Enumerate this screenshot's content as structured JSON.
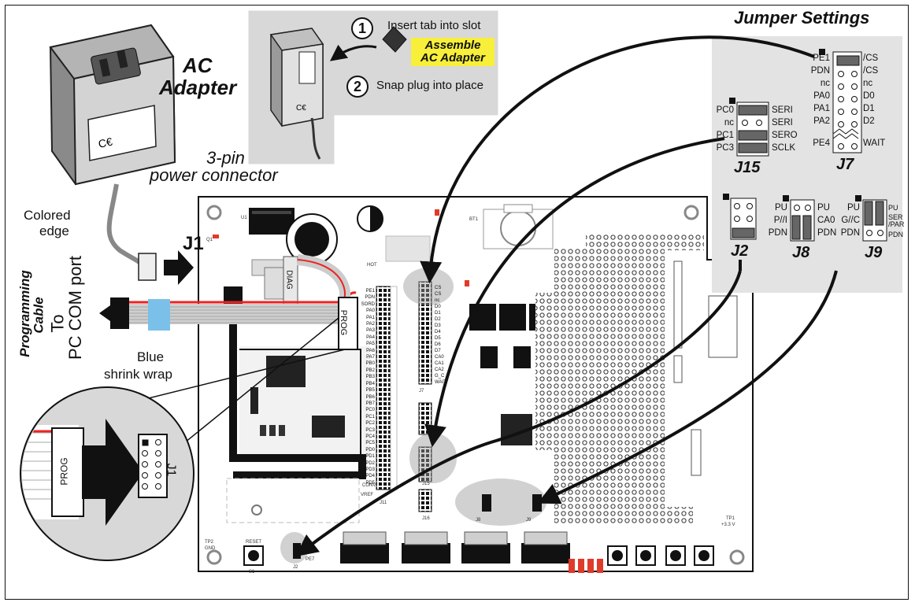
{
  "labels": {
    "ac_adapter_line1": "AC",
    "ac_adapter_line2": "Adapter",
    "three_pin_line1": "3-pin",
    "three_pin_line2": "power connector",
    "colored_edge_line1": "Colored",
    "colored_edge_line2": "edge",
    "j1": "J1",
    "programming_cable_line1": "Programming",
    "programming_cable_line2": "Cable",
    "to_pc_line1": "To",
    "to_pc_line2": "PC COM port",
    "blue_shrink_line1": "Blue",
    "blue_shrink_line2": "shrink wrap",
    "prog": "PROG",
    "diag": "DIAG",
    "inset_prog": "PROG",
    "inset_j1": "J1"
  },
  "assembly": {
    "step1_num": "1",
    "step1_text": "Insert tab into slot",
    "step2_num": "2",
    "step2_text": "Snap plug into place",
    "badge_line1": "Assemble",
    "badge_line2": "AC Adapter"
  },
  "jumper_panel": {
    "title": "Jumper Settings",
    "j7": {
      "name": "J7",
      "left": [
        "PE1",
        "PDN",
        "nc",
        "PA0",
        "PA1",
        "PA2",
        "PE4"
      ],
      "right": [
        "/CS",
        "/CS",
        "nc",
        "D0",
        "D1",
        "D2",
        "WAIT"
      ]
    },
    "j15": {
      "name": "J15",
      "left": [
        "PC0",
        "nc",
        "PC1",
        "PC3"
      ],
      "right": [
        "SERI",
        "SERI",
        "SERO",
        "SCLK"
      ]
    },
    "j2": {
      "name": "J2"
    },
    "j8": {
      "name": "J8",
      "left": [
        "PU",
        "P//I",
        "PDN"
      ],
      "right": [
        "PU",
        "CA0",
        "PDN"
      ]
    },
    "j9": {
      "name": "J9",
      "left": [
        "PU",
        "G//C",
        "PDN"
      ],
      "right": [
        "PU",
        "SER /PAR",
        "PDN"
      ]
    }
  },
  "board": {
    "silk": [
      "HOT",
      "BT1",
      "RESET",
      "S1",
      "GND",
      "TP2",
      "TP1",
      "+3.3 V",
      "J11",
      "J16",
      "J15",
      "J8",
      "J9",
      "J7",
      "J2",
      "PE7",
      "CONV",
      "VREF",
      "U1",
      "Q1"
    ],
    "pins_j11": [
      "PE1",
      "PDN",
      "SORD",
      "PA0",
      "PA1",
      "PA2",
      "PA3",
      "PA4",
      "PA5",
      "PA6",
      "PA7",
      "PB0",
      "PB2",
      "PB3",
      "PB4",
      "PB5",
      "PB6",
      "PB7",
      "PC0",
      "PC1",
      "PC2",
      "PC3",
      "PC4",
      "PC5",
      "PD0",
      "PD1",
      "PD2",
      "PD3",
      "PD4",
      "PD5"
    ],
    "pins_j7": [
      "CS",
      "CS",
      "nc",
      "D0",
      "D1",
      "D2",
      "D3",
      "D4",
      "D5",
      "D6",
      "D7",
      "CA0",
      "CA1",
      "CA2",
      "G_C",
      "WAIT"
    ]
  }
}
